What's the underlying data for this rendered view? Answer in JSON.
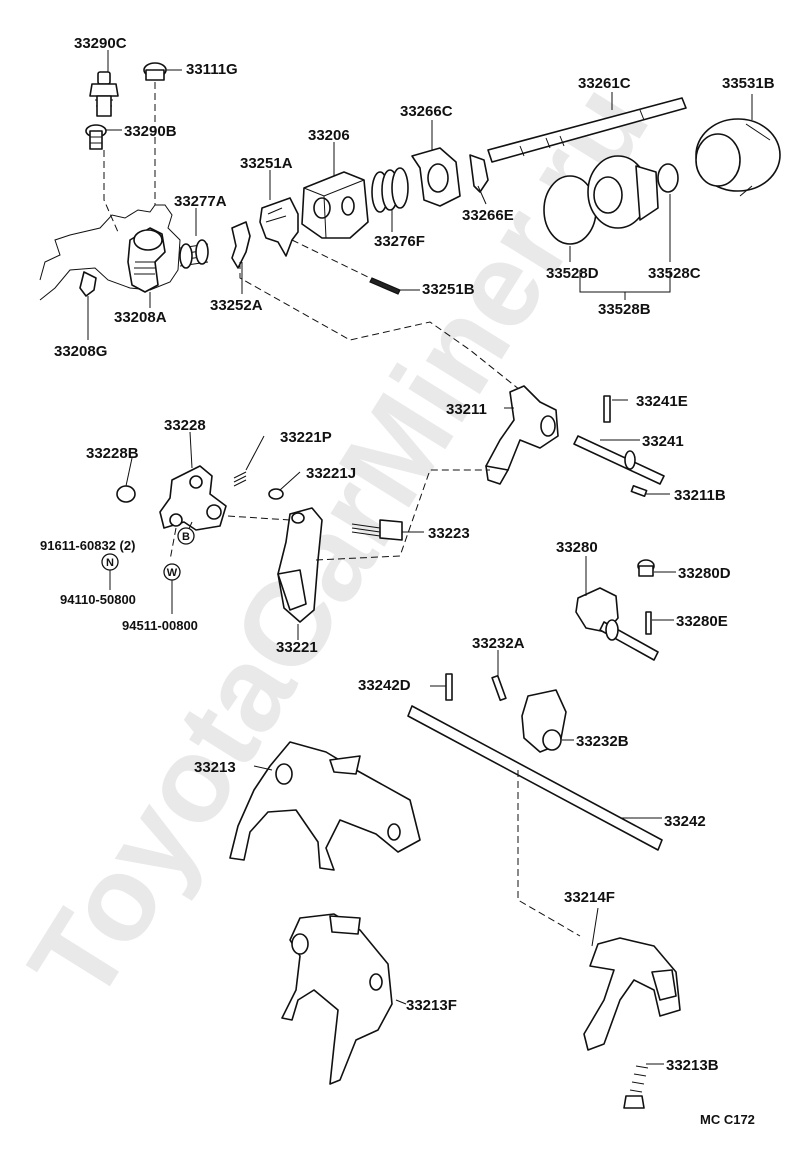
{
  "watermark": "ToyotaCarMiner.ru",
  "diagram_code": "MC C172",
  "parts": {
    "p33290C": "33290C",
    "p33111G": "33111G",
    "p33290B": "33290B",
    "p33277A": "33277A",
    "p33208A": "33208A",
    "p33208G": "33208G",
    "p33252A": "33252A",
    "p33251A": "33251A",
    "p33206": "33206",
    "p33266C": "33266C",
    "p33276F": "33276F",
    "p33266E": "33266E",
    "p33251B": "33251B",
    "p33261C": "33261C",
    "p33531B": "33531B",
    "p33528D": "33528D",
    "p33528C": "33528C",
    "p33528B": "33528B",
    "p33211": "33211",
    "p33241E": "33241E",
    "p33241": "33241",
    "p33211B": "33211B",
    "p33228": "33228",
    "p33228B": "33228B",
    "p33221P": "33221P",
    "p33221J": "33221J",
    "p33223": "33223",
    "p91611": "91611-60832 (2)",
    "p94110": "94110-50800",
    "p94511": "94511-00800",
    "p33221": "33221",
    "p33280": "33280",
    "p33280D": "33280D",
    "p33280E": "33280E",
    "p33232A": "33232A",
    "p33242D": "33242D",
    "p33232B": "33232B",
    "p33213": "33213",
    "p33242": "33242",
    "p33214F": "33214F",
    "p33213F": "33213F",
    "p33213B": "33213B"
  },
  "markers": {
    "b": "B",
    "n": "N",
    "w": "W"
  }
}
